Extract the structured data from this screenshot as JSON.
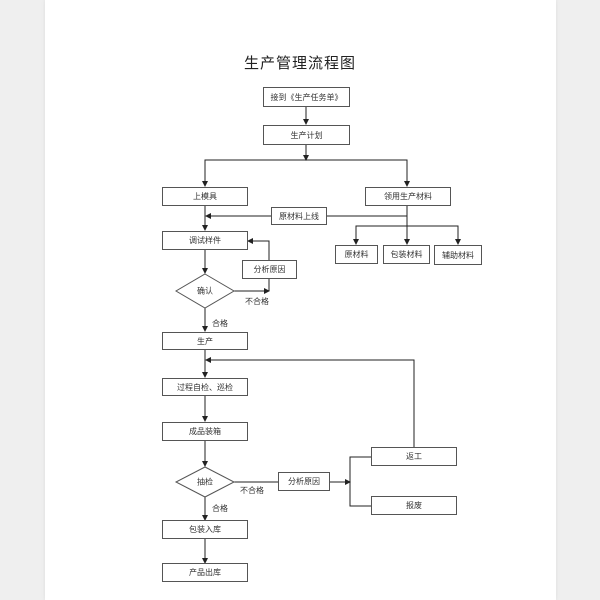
{
  "title": "生产管理流程图",
  "nodes": {
    "receive_order": "接到《生产任务单》",
    "production_plan": "生产计划",
    "mount_mold": "上模具",
    "collect_materials": "领用生产材料",
    "raw_material_online": "原材料上线",
    "raw_material": "原材料",
    "packaging_material": "包装材料",
    "auxiliary_material": "辅助材料",
    "debug_sample": "调试样件",
    "analyze_cause_1": "分析原因",
    "confirm": "确认",
    "production": "生产",
    "process_inspection": "过程自检、巡检",
    "finished_boxing": "成品装箱",
    "sampling_inspection": "抽检",
    "analyze_cause_2": "分析原因",
    "rework": "返工",
    "scrap": "报废",
    "pack_warehouse": "包装入库",
    "product_outbound": "产品出库"
  },
  "edge_labels": {
    "fail_1": "不合格",
    "pass_1": "合格",
    "fail_2": "不合格",
    "pass_2": "合格"
  },
  "colors": {
    "line": "#222222",
    "box_border": "#555555"
  }
}
